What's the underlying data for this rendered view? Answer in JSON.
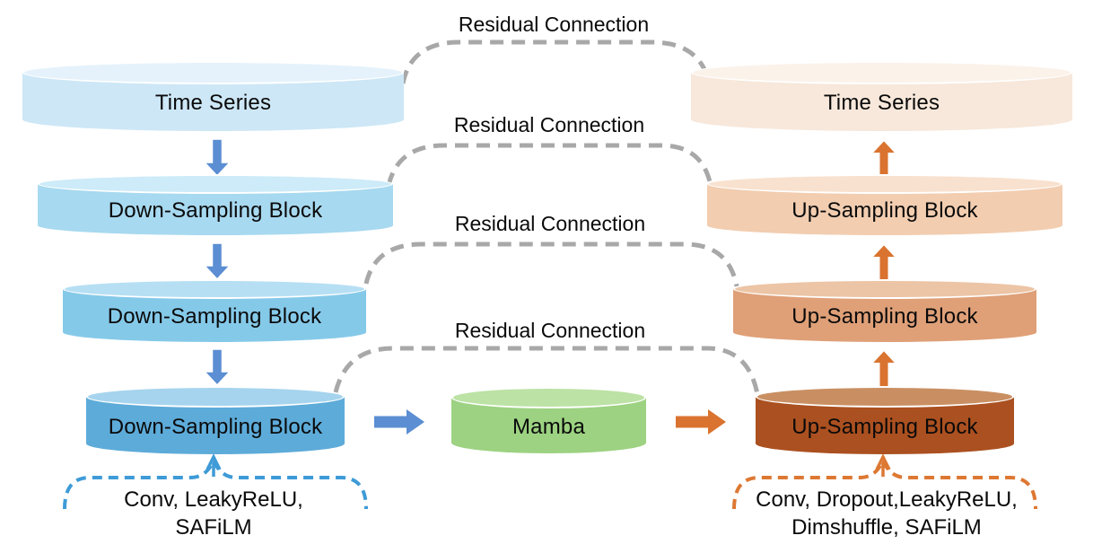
{
  "diagram": {
    "residual_connections": {
      "labels": [
        "Residual Connection",
        "Residual Connection",
        "Residual Connection",
        "Residual Connection"
      ],
      "line_color": "#a8a8a8"
    },
    "encoder": {
      "blocks": [
        {
          "label": "Time Series",
          "body_color": "#cde7f6",
          "top_color": "#e5f2fb"
        },
        {
          "label": "Down-Sampling Block",
          "body_color": "#a7d9f0",
          "top_color": "#cdebf8"
        },
        {
          "label": "Down-Sampling Block",
          "body_color": "#85c9e9",
          "top_color": "#b6dff4"
        },
        {
          "label": "Down-Sampling Block",
          "body_color": "#5dabd9",
          "top_color": "#a6d4ee"
        }
      ],
      "annotation": {
        "line1": "Conv, LeakyReLU,",
        "line2": "SAFiLM"
      },
      "arrow_color": "#5b8ed2",
      "annotation_color": "#3e9bd7"
    },
    "bottleneck": {
      "label": "Mamba",
      "body_color": "#9cd281",
      "top_color": "#bce2a5"
    },
    "decoder": {
      "blocks": [
        {
          "label": "Time Series",
          "body_color": "#f7e8db",
          "top_color": "#fbf2ea"
        },
        {
          "label": "Up-Sampling Block",
          "body_color": "#f2cdb0",
          "top_color": "#f8e1ce"
        },
        {
          "label": "Up-Sampling Block",
          "body_color": "#dfa078",
          "top_color": "#ecc5a6"
        },
        {
          "label": "Up-Sampling Block",
          "body_color": "#ab5020",
          "top_color": "#c98f62"
        }
      ],
      "annotation": {
        "line1": "Conv, Dropout,LeakyReLU,",
        "line2": "Dimshuffle, SAFiLM"
      },
      "arrow_color": "#d9732f",
      "annotation_color": "#dd7833"
    }
  }
}
